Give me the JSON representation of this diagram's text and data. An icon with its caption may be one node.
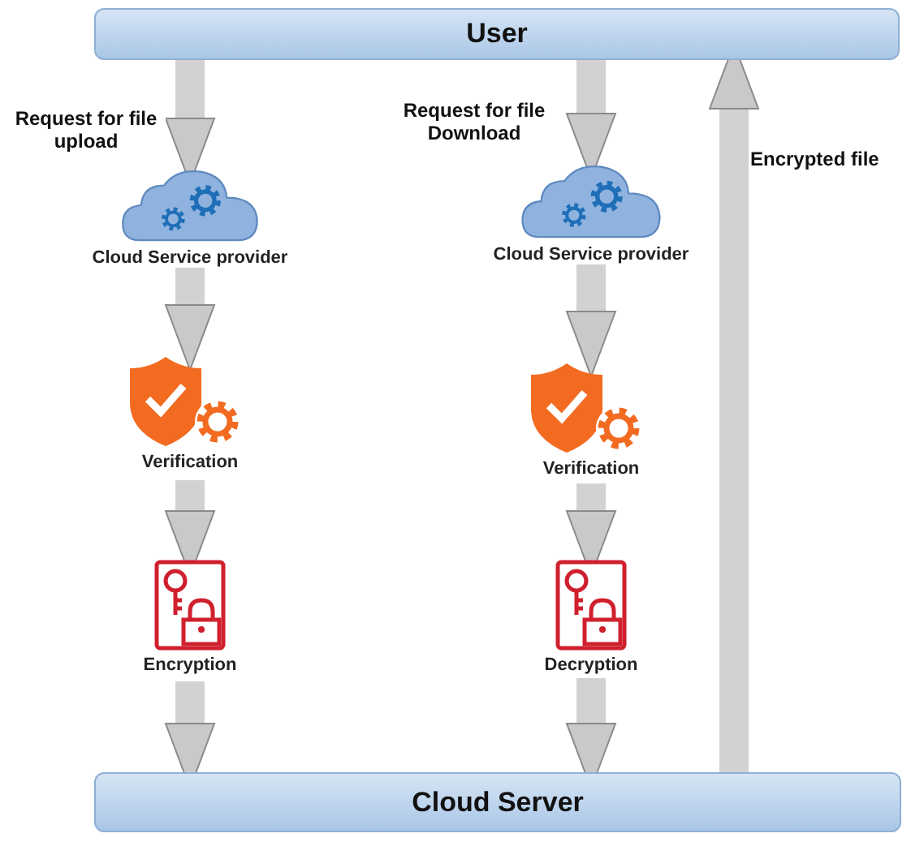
{
  "diagram": {
    "nodes": [
      {
        "text": [
          "User"
        ]
      },
      {
        "text": [
          "Cloud Server"
        ]
      },
      {
        "text": [
          "Cloud Service provider"
        ]
      },
      {
        "text": [
          "Verification"
        ]
      },
      {
        "text": [
          "Encryption"
        ]
      },
      {
        "text": [
          "Cloud Service provider"
        ]
      },
      {
        "text": [
          "Verification"
        ]
      },
      {
        "text": [
          "Decryption"
        ]
      }
    ],
    "edges": [
      {
        "from": 0,
        "to": 2,
        "arrow": "to",
        "label": "Request for file upload"
      },
      {
        "from": 2,
        "to": 3,
        "arrow": "to"
      },
      {
        "from": 3,
        "to": 4,
        "arrow": "to"
      },
      {
        "from": 4,
        "to": 1,
        "arrow": "to"
      },
      {
        "from": 0,
        "to": 5,
        "arrow": "to",
        "label": "Request for file Download"
      },
      {
        "from": 5,
        "to": 6,
        "arrow": "to"
      },
      {
        "from": 6,
        "to": 7,
        "arrow": "to"
      },
      {
        "from": 7,
        "to": 1,
        "arrow": "to"
      },
      {
        "from": 1,
        "to": 0,
        "arrow": "to",
        "label": "Encrypted file"
      }
    ]
  }
}
